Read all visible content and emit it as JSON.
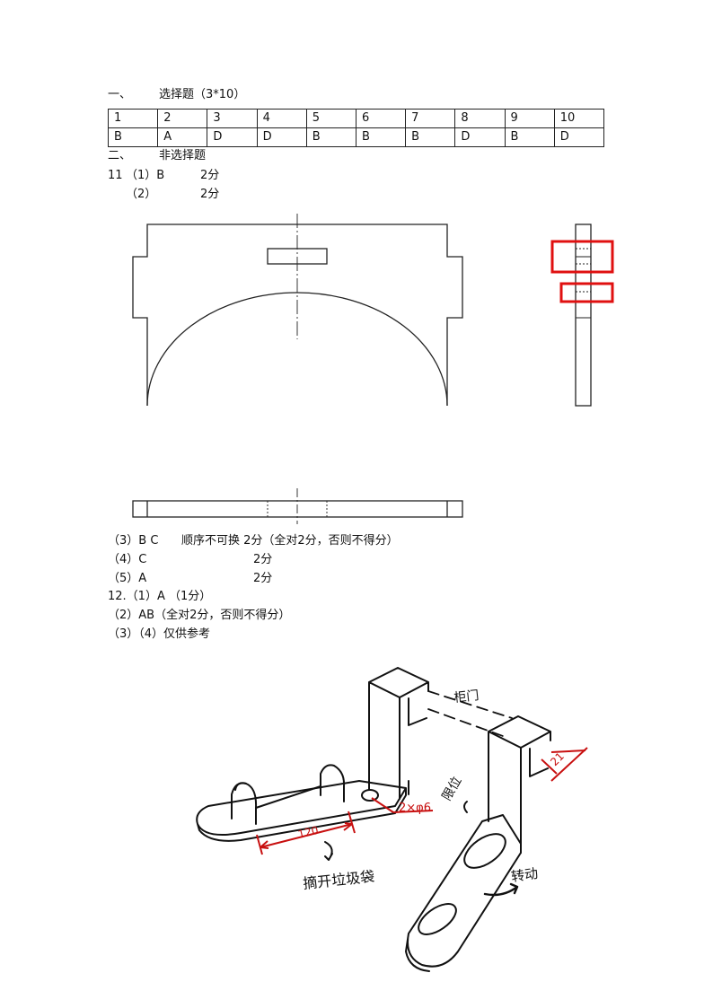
{
  "section1": {
    "num": "一、",
    "title": "选择题（3*10）"
  },
  "answer_table": {
    "questions": [
      "1",
      "2",
      "3",
      "4",
      "5",
      "6",
      "7",
      "8",
      "9",
      "10"
    ],
    "answers": [
      "B",
      "A",
      "D",
      "D",
      "B",
      "B",
      "B",
      "D",
      "B",
      "D"
    ]
  },
  "section2": {
    "num": "二、",
    "title": "非选择题"
  },
  "q11": {
    "label": "11",
    "p1": "（1）B",
    "p1_score": "2分",
    "p2": "（2）",
    "p2_score": "2分",
    "p3": "（3）B C",
    "p3_note": "顺序不可换 2分（全对2分，否则不得分）",
    "p4": "（4）C",
    "p4_score": "2分",
    "p5": "（5）A",
    "p5_score": "2分"
  },
  "q12": {
    "p1": "12.（1）A （1分）",
    "p2": "（2）AB（全对2分，否则不得分）",
    "p34": "（3）（4）仅供参考"
  },
  "sketch": {
    "label_door": "柜门",
    "label_size_a": "21",
    "label_holes": "2×φ6",
    "label_length": "120",
    "label_limit": "限位",
    "label_bag": "摘开垃圾袋",
    "label_rotate": "转动"
  },
  "colors": {
    "highlight": "#e01010",
    "dimension": "#c81010",
    "line": "#111111"
  }
}
